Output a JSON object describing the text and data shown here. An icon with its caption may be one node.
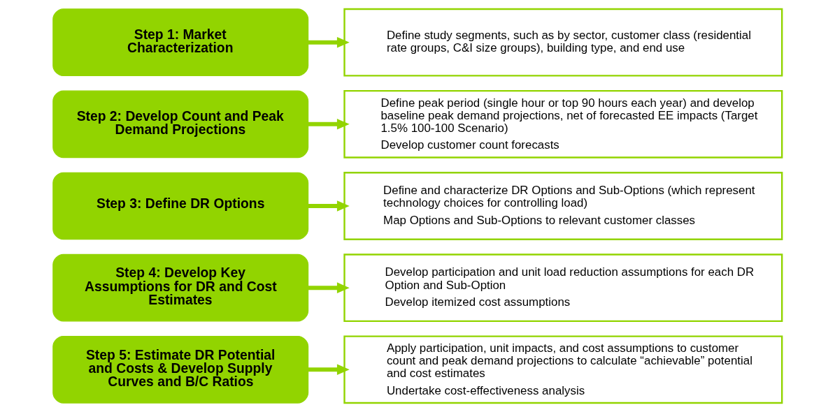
{
  "diagram": {
    "nodes": [
      {
        "text": [
          "Step 1: Market Characterization"
        ]
      },
      {
        "text": [
          "Define study segments, such as by sector, customer class (residential rate groups, C&I size groups), building type, and end use"
        ]
      },
      {
        "text": [
          "Step 2: Develop Count and Peak Demand Projections"
        ]
      },
      {
        "text": [
          "Define peak period (single hour or top 90 hours each year) and develop baseline peak demand projections, net of forecasted EE impacts (Target 1.5% 100-100 Scenario)",
          "Develop customer count forecasts"
        ]
      },
      {
        "text": [
          "Step 3: Define DR Options"
        ]
      },
      {
        "text": [
          "Define and characterize DR Options and Sub-Options (which represent technology choices for controlling load)",
          "Map Options and Sub-Options to relevant customer classes"
        ]
      },
      {
        "text": [
          "Step 4: Develop Key Assumptions for DR and Cost Estimates"
        ]
      },
      {
        "text": [
          "Develop participation and unit load reduction assumptions for each DR Option and Sub-Option",
          "Develop itemized cost assumptions"
        ]
      },
      {
        "text": [
          "Step 5: Estimate DR Potential and Costs & Develop Supply Curves and B/C Ratios"
        ]
      },
      {
        "text": [
          "Apply participation, unit impacts, and cost assumptions to customer count and peak demand projections to calculate “achievable” potential and cost estimates",
          "Undertake cost-effectiveness analysis"
        ]
      }
    ],
    "edges": [
      {
        "from": 0,
        "to": 1,
        "arrow": "to"
      },
      {
        "from": 2,
        "to": 3,
        "arrow": "to"
      },
      {
        "from": 4,
        "to": 5,
        "arrow": "to"
      },
      {
        "from": 6,
        "to": 7,
        "arrow": "to"
      },
      {
        "from": 8,
        "to": 9,
        "arrow": "to"
      }
    ]
  }
}
